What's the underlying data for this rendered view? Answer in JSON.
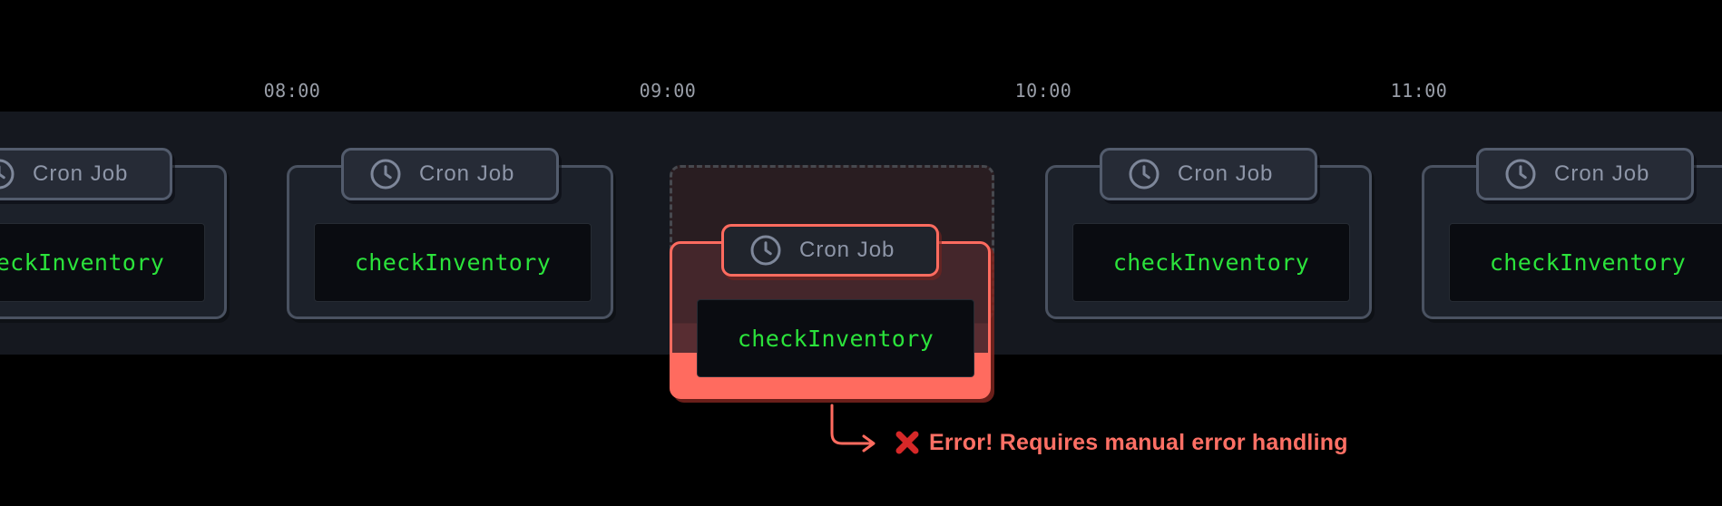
{
  "timeline": {
    "labels": [
      "08:00",
      "09:00",
      "10:00",
      "11:00"
    ]
  },
  "cards": [
    {
      "badge_label": "Cron Job",
      "badge_icon": "clock-icon",
      "code": "checkInventory",
      "status": "normal"
    },
    {
      "badge_label": "Cron Job",
      "badge_icon": "clock-icon",
      "code": "checkInventory",
      "status": "normal"
    },
    {
      "badge_label": "Cron Job",
      "badge_icon": "clock-icon",
      "code": "checkInventory",
      "status": "error"
    },
    {
      "badge_label": "Cron Job",
      "badge_icon": "clock-icon",
      "code": "checkInventory",
      "status": "normal"
    },
    {
      "badge_label": "Cron Job",
      "badge_icon": "clock-icon",
      "code": "checkInventory",
      "status": "normal"
    }
  ],
  "annotation": {
    "icon": "cross-mark-icon",
    "text": "Error! Requires manual error handling"
  },
  "colors": {
    "band_background": "#15181f",
    "card_background": "#1c212a",
    "card_border": "#4a5261",
    "badge_text": "#8e96a8",
    "code_green": "#2be33b",
    "error_accent": "#ff6b5f",
    "annotation_text": "#ff7065",
    "cross_red": "#d62828"
  }
}
